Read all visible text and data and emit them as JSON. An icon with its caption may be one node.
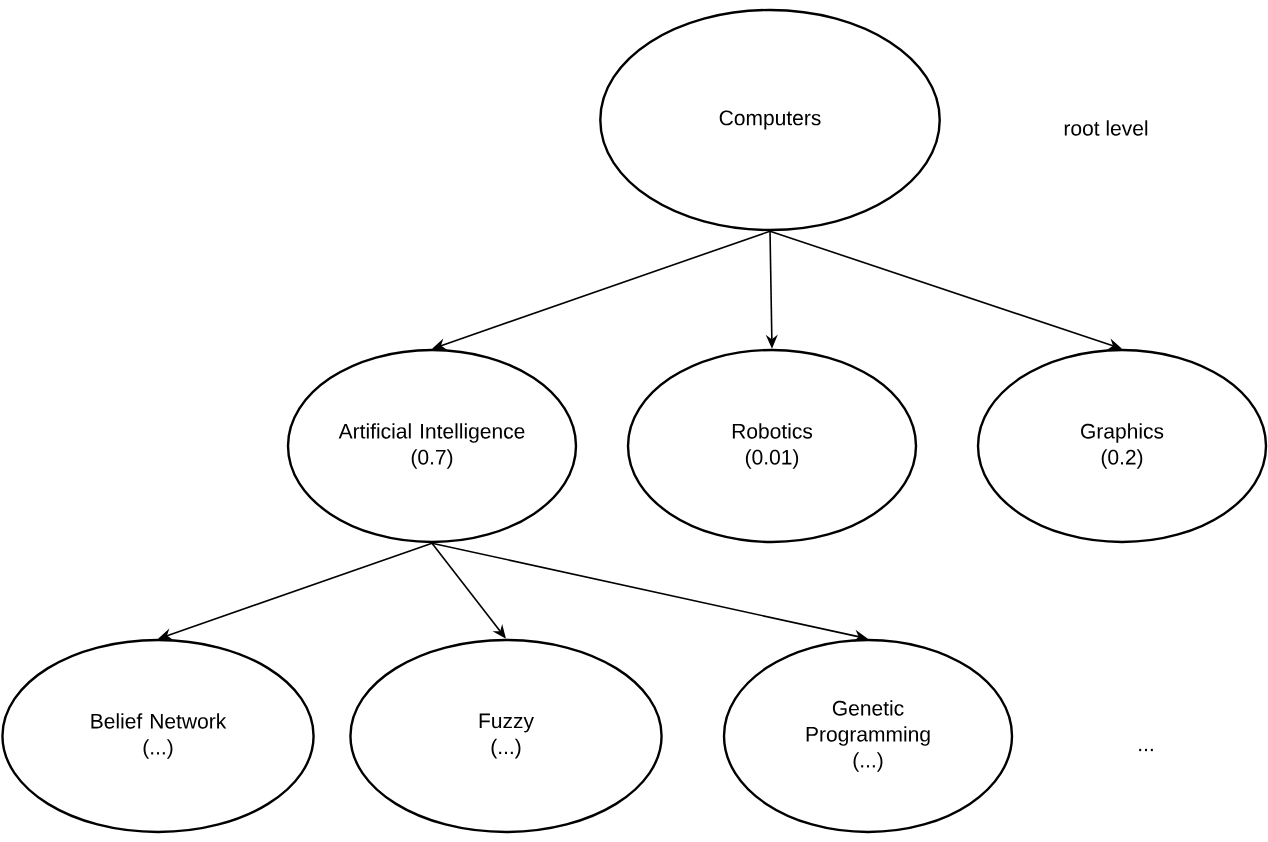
{
  "diagram": {
    "nodes": [
      {
        "text": [
          "Computers"
        ]
      },
      {
        "text": [
          "Artificial Intelligence",
          "(0.7)"
        ]
      },
      {
        "text": [
          "Robotics",
          "(0.01)"
        ]
      },
      {
        "text": [
          "Graphics",
          "(0.2)"
        ]
      },
      {
        "text": [
          "Belief Network",
          "(...)"
        ]
      },
      {
        "text": [
          "Fuzzy",
          "(...)"
        ]
      },
      {
        "text": [
          "Genetic Programming",
          "(...)"
        ]
      }
    ],
    "edges": [
      {
        "from": 0,
        "to": 1,
        "arrow": "to"
      },
      {
        "from": 0,
        "to": 2,
        "arrow": "to"
      },
      {
        "from": 0,
        "to": 3,
        "arrow": "to"
      },
      {
        "from": 1,
        "to": 4,
        "arrow": "to"
      },
      {
        "from": 1,
        "to": 5,
        "arrow": "to"
      },
      {
        "from": 1,
        "to": 6,
        "arrow": "to"
      }
    ],
    "labels": [
      "root level",
      "..."
    ]
  }
}
